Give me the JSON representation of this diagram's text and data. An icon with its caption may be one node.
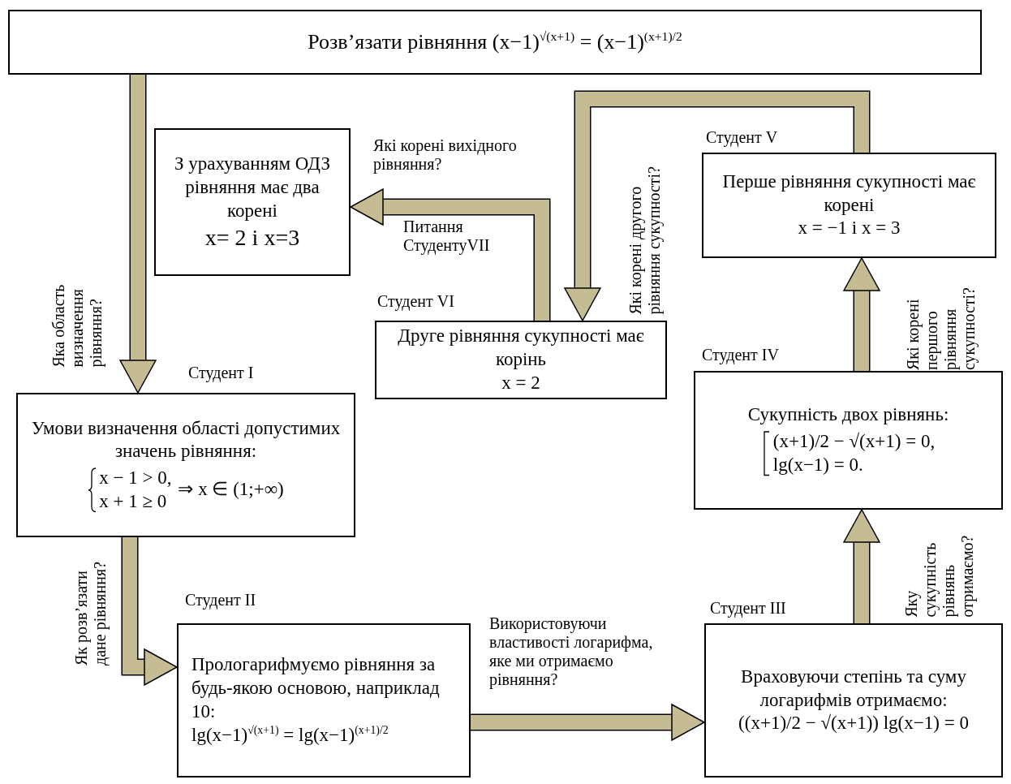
{
  "diagram": {
    "nodes": [
      {
        "text": [
          "Розв’язати рівняння (x−1)$^{√(x+1)}$ = (x−1)$^{(x+1)/2}$"
        ]
      },
      {
        "text": [
          "Умови визначення області допустимих значень рівняння:",
          "x − 1 > 0,",
          "x + 1 ≥ 0",
          "⇒ x ∈ (1;+∞)"
        ],
        "beside": [
          "Студент I"
        ]
      },
      {
        "text": [
          "Прологарифмуємо рівняння за будь-якою основою, наприклад 10:",
          "lg(x−1)$^{√(x+1)}$ = lg(x−1)$^{(x+1)/2}$"
        ],
        "beside": [
          "Студент II"
        ]
      },
      {
        "text": [
          "Враховуючи степінь та суму логарифмів отримаємо:",
          "((x+1)/2 − √(x+1)) lg(x−1) = 0"
        ],
        "beside": [
          "Студент III"
        ]
      },
      {
        "text": [
          "Сукупність двох рівнянь:",
          "(x+1)/2 − √(x+1) = 0,",
          "lg(x−1) = 0."
        ],
        "beside": [
          "Студент IV"
        ]
      },
      {
        "text": [
          "Перше рівняння сукупності має корені",
          "x = −1 i x = 3"
        ],
        "beside": [
          "Студент V"
        ]
      },
      {
        "text": [
          "Друге рівняння сукупності має корінь",
          "x = 2"
        ],
        "beside": [
          "Студент VI"
        ]
      },
      {
        "text": [
          "З урахуванням ОДЗ рівняння має два корені",
          "x= 2 і x=3"
        ]
      }
    ],
    "edges": [
      {
        "from": 0,
        "to": 1,
        "arrow": "to",
        "label": "Яка область визначення рівняння?"
      },
      {
        "from": 1,
        "to": 2,
        "arrow": "to",
        "label": "Як розв’язати дане рівняння?"
      },
      {
        "from": 2,
        "to": 3,
        "arrow": "to",
        "label": "Використовуючи властивості логарифма, яке ми отримаємо рівняння?"
      },
      {
        "from": 3,
        "to": 4,
        "arrow": "to",
        "label": "Яку сукупність рівнянь отримаємо?"
      },
      {
        "from": 4,
        "to": 5,
        "arrow": "to",
        "label": "Які корені першого рівняння сукупності?"
      },
      {
        "from": 5,
        "to": 6,
        "arrow": "to",
        "label": "Які корені другого рівняння сукупності?"
      },
      {
        "from": 6,
        "to": 7,
        "arrow": "to",
        "label": "Які корені вихідного рівняння?"
      }
    ],
    "labels": [
      "Питання СтудентуVII"
    ]
  }
}
